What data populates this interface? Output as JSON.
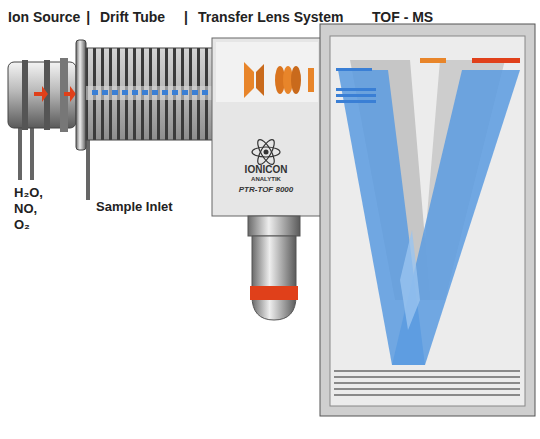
{
  "diagram": {
    "labels": [
      "Ion Source",
      "|",
      "Drift Tube",
      "|",
      "Transfer Lens System",
      "TOF - MS",
      "H₂O,",
      "NO,",
      "O₂",
      "Sample Inlet",
      "IONICON",
      "ANALYTIK",
      "PTR-TOF 8000"
    ]
  }
}
